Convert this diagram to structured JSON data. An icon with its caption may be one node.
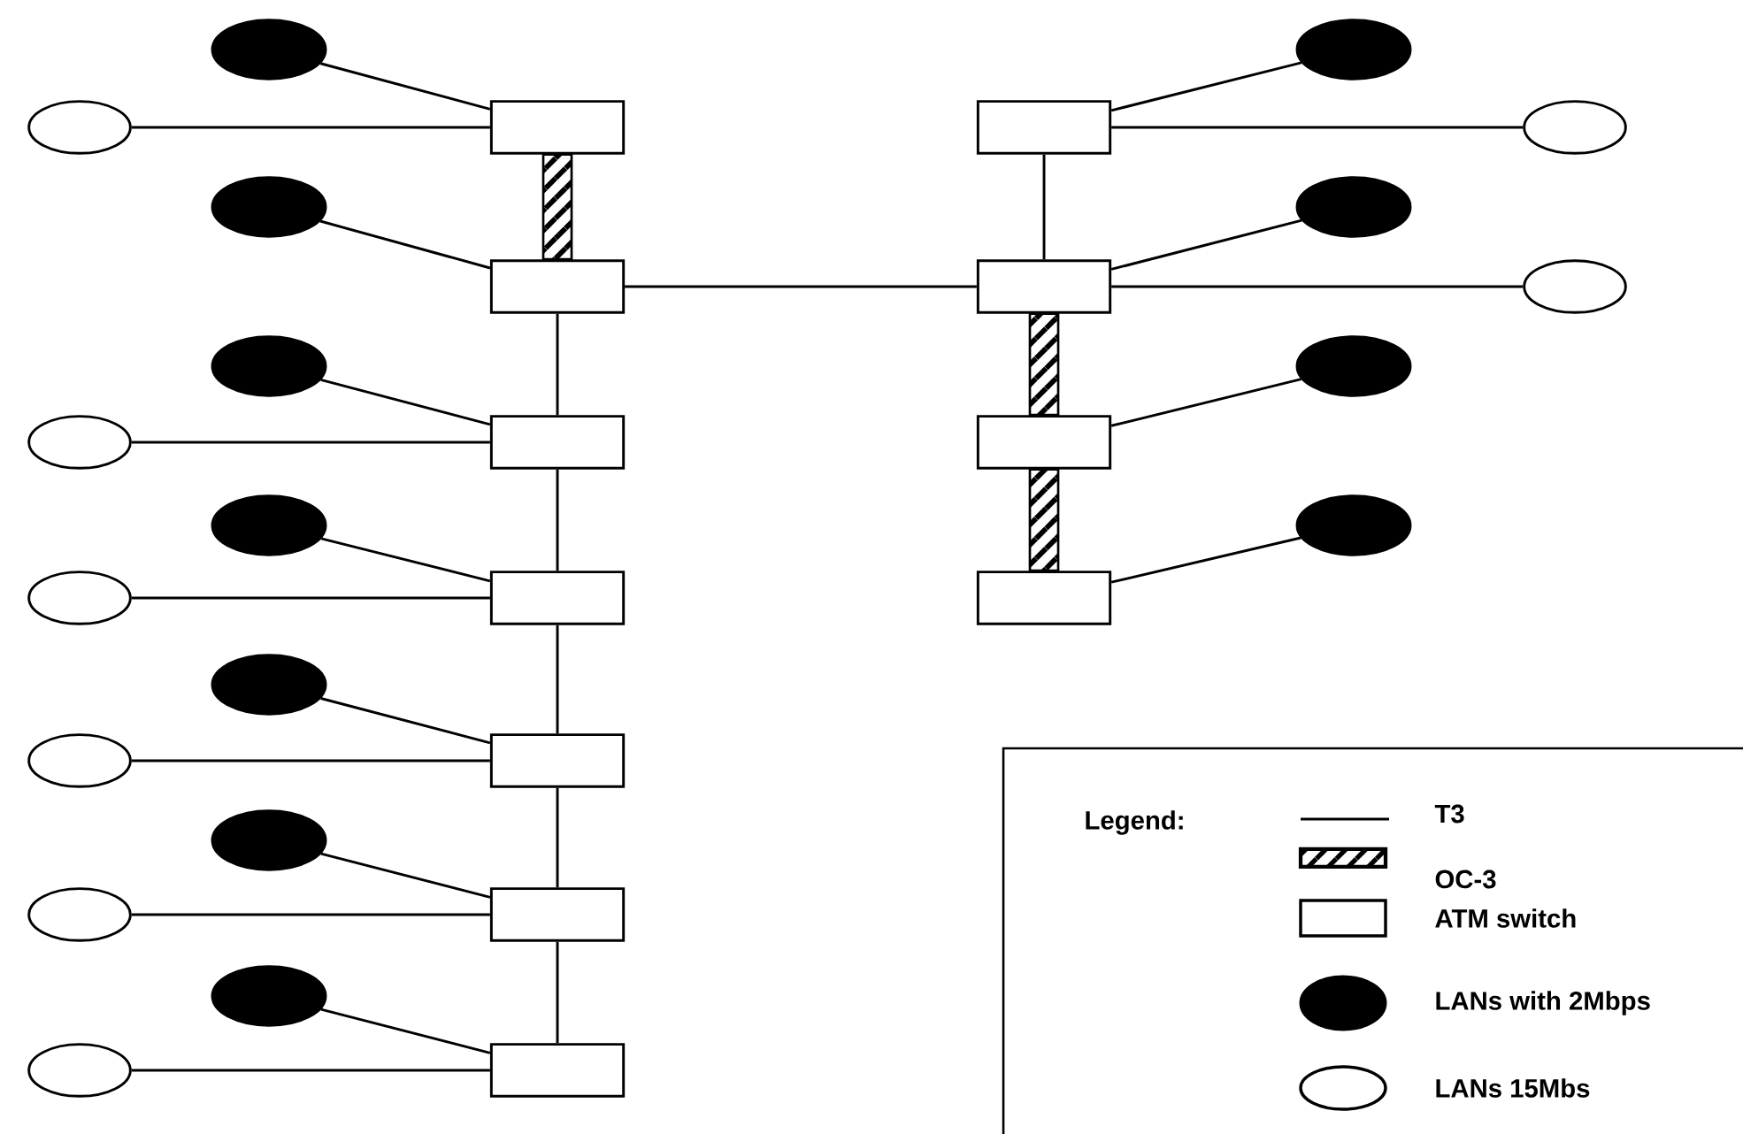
{
  "diagram": {
    "nodes": [
      {
        "text": [],
        "shape": "ellipse"
      },
      {
        "text": [],
        "shape": "ellipse"
      },
      {
        "text": [],
        "shape": "box"
      },
      {
        "text": [],
        "shape": "box"
      },
      {
        "text": [],
        "shape": "ellipse"
      },
      {
        "text": [],
        "shape": "ellipse"
      },
      {
        "text": [],
        "shape": "ellipse"
      },
      {
        "text": [],
        "shape": "box"
      },
      {
        "text": [],
        "shape": "box"
      },
      {
        "text": [],
        "shape": "ellipse"
      },
      {
        "text": [],
        "shape": "ellipse"
      },
      {
        "text": [],
        "shape": "ellipse"
      },
      {
        "text": [],
        "shape": "ellipse"
      },
      {
        "text": [],
        "shape": "box"
      },
      {
        "text": [],
        "shape": "box"
      },
      {
        "text": [],
        "shape": "ellipse"
      },
      {
        "text": [],
        "shape": "ellipse"
      },
      {
        "text": [],
        "shape": "ellipse"
      },
      {
        "text": [],
        "shape": "box"
      },
      {
        "text": [],
        "shape": "box"
      },
      {
        "text": [],
        "shape": "ellipse"
      },
      {
        "text": [],
        "shape": "ellipse"
      },
      {
        "text": [],
        "shape": "ellipse"
      },
      {
        "text": [],
        "shape": "box"
      },
      {
        "text": [],
        "shape": "ellipse"
      },
      {
        "text": [],
        "shape": "ellipse"
      },
      {
        "text": [],
        "shape": "box"
      },
      {
        "text": [],
        "shape": "ellipse"
      },
      {
        "text": [],
        "shape": "ellipse"
      },
      {
        "text": [],
        "shape": "box"
      }
    ],
    "edges": [
      {
        "from": 0,
        "to": 2,
        "arrow": "none"
      },
      {
        "from": 1,
        "to": 2,
        "arrow": "none"
      },
      {
        "from": 4,
        "to": 3,
        "arrow": "none"
      },
      {
        "from": 5,
        "to": 3,
        "arrow": "none"
      },
      {
        "from": 6,
        "to": 7,
        "arrow": "none"
      },
      {
        "from": 9,
        "to": 8,
        "arrow": "none"
      },
      {
        "from": 10,
        "to": 8,
        "arrow": "none"
      },
      {
        "from": 11,
        "to": 13,
        "arrow": "none"
      },
      {
        "from": 12,
        "to": 13,
        "arrow": "none"
      },
      {
        "from": 15,
        "to": 14,
        "arrow": "none"
      },
      {
        "from": 16,
        "to": 18,
        "arrow": "none"
      },
      {
        "from": 17,
        "to": 18,
        "arrow": "none"
      },
      {
        "from": 20,
        "to": 19,
        "arrow": "none"
      },
      {
        "from": 21,
        "to": 23,
        "arrow": "none"
      },
      {
        "from": 22,
        "to": 23,
        "arrow": "none"
      },
      {
        "from": 24,
        "to": 26,
        "arrow": "none"
      },
      {
        "from": 25,
        "to": 26,
        "arrow": "none"
      },
      {
        "from": 27,
        "to": 29,
        "arrow": "none"
      },
      {
        "from": 28,
        "to": 29,
        "arrow": "none"
      },
      {
        "from": 2,
        "to": 7,
        "arrow": "none",
        "style": "thick"
      },
      {
        "from": 7,
        "to": 13,
        "arrow": "none"
      },
      {
        "from": 13,
        "to": 18,
        "arrow": "none"
      },
      {
        "from": 18,
        "to": 23,
        "arrow": "none"
      },
      {
        "from": 23,
        "to": 26,
        "arrow": "none"
      },
      {
        "from": 26,
        "to": 29,
        "arrow": "none"
      },
      {
        "from": 7,
        "to": 8,
        "arrow": "none"
      },
      {
        "from": 3,
        "to": 8,
        "arrow": "none"
      },
      {
        "from": 8,
        "to": 14,
        "arrow": "none",
        "style": "thick"
      },
      {
        "from": 14,
        "to": 19,
        "arrow": "none",
        "style": "thick"
      }
    ],
    "labels": [
      "Legend:"
    ],
    "legend": [
      {
        "text": "T3"
      },
      {
        "text": "OC-3"
      },
      {
        "text": "ATM switch"
      },
      {
        "text": "LANs with 2Mbps"
      },
      {
        "text": "LANs 15Mbs"
      }
    ]
  }
}
